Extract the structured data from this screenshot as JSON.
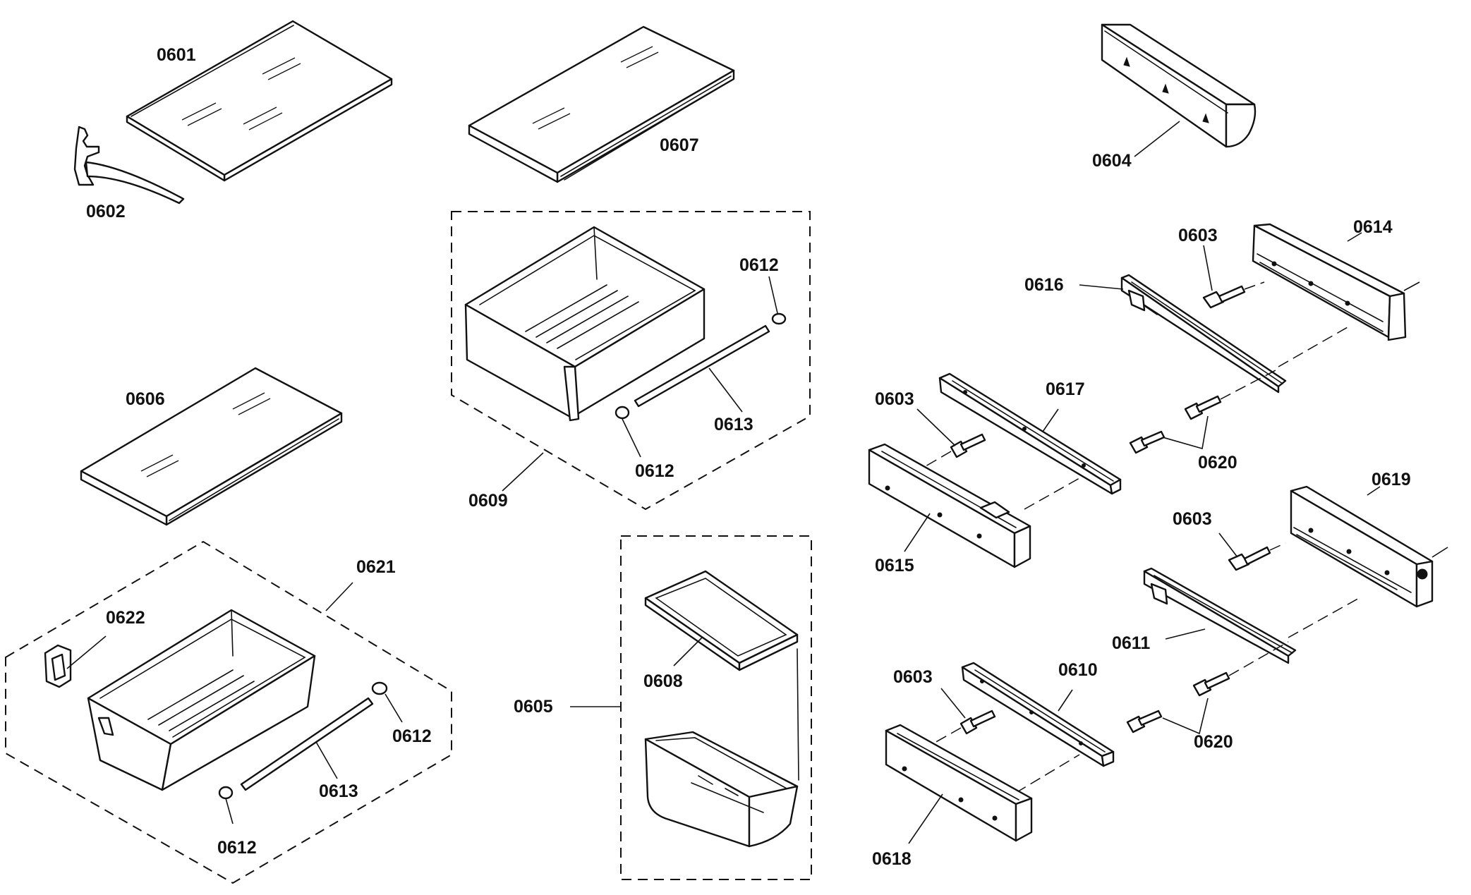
{
  "diagram": {
    "labels": {
      "l0601": "0601",
      "l0602": "0602",
      "l0607": "0607",
      "l0604": "0604",
      "l0603a": "0603",
      "l0614": "0614",
      "l0616": "0616",
      "l0612a": "0612",
      "l0613a": "0613",
      "l0612b": "0612",
      "l0609": "0609",
      "l0606": "0606",
      "l0603b": "0603",
      "l0617": "0617",
      "l0620a": "0620",
      "l0615": "0615",
      "l0619": "0619",
      "l0603c": "0603",
      "l0621": "0621",
      "l0622": "0622",
      "l0612c": "0612",
      "l0613b": "0613",
      "l0612d": "0612",
      "l0605": "0605",
      "l0608": "0608",
      "l0611": "0611",
      "l0603d": "0603",
      "l0610": "0610",
      "l0620b": "0620",
      "l0618": "0618"
    }
  }
}
